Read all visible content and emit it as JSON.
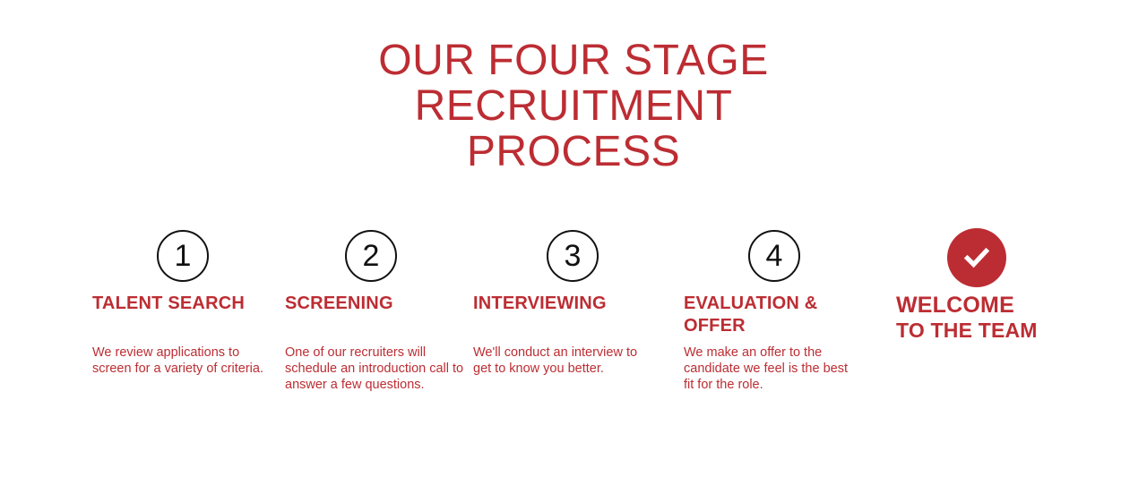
{
  "title": {
    "line1": "OUR FOUR STAGE",
    "line2": "RECRUITMENT",
    "line3": "PROCESS"
  },
  "colors": {
    "brand_red": "#BC2D33",
    "circle_outline": "#111111",
    "background": "#FFFFFF"
  },
  "steps": [
    {
      "number": "1",
      "heading": "TALENT SEARCH",
      "body": "We review applications to screen for a variety of criteria."
    },
    {
      "number": "2",
      "heading": "SCREENING",
      "body": "One of our recruiters will schedule an introduction call to answer a few questions."
    },
    {
      "number": "3",
      "heading": "INTERVIEWING",
      "body": "We'll conduct an interview to get to know you better."
    },
    {
      "number": "4",
      "heading": "EVALUATION & OFFER",
      "body": "We make an offer to the candidate we feel is the best fit for the role."
    }
  ],
  "final": {
    "icon": "check-circle-icon",
    "heading_line1": "WELCOME",
    "heading_line2": "TO THE TEAM"
  }
}
